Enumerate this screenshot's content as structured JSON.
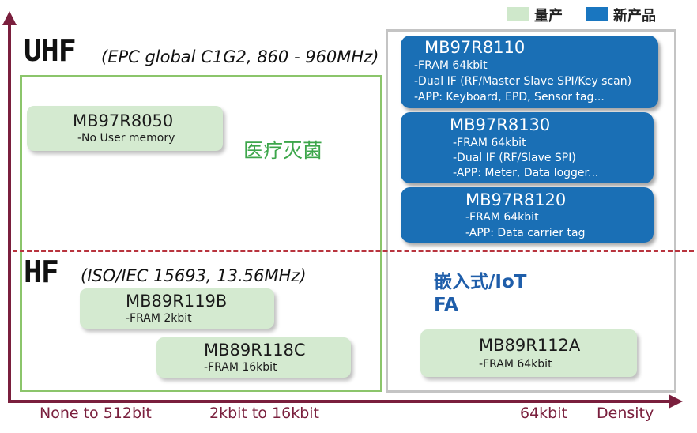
{
  "legend": {
    "mass": "量产",
    "new": "新产品"
  },
  "uhf": {
    "title": "UHF",
    "subtitle": "(EPC global C1G2, 860 - 960MHz)"
  },
  "hf": {
    "title": "HF",
    "subtitle": "(ISO/IEC 15693, 13.56MHz)"
  },
  "medical": "医疗灭菌",
  "embedded": "嵌入式/IoT",
  "fa": "FA",
  "cards": {
    "r8050": {
      "title": "MB97R8050",
      "lines": [
        "-No User memory"
      ]
    },
    "r8110": {
      "title": "MB97R8110",
      "lines": [
        "-FRAM 64kbit",
        "-Dual IF (RF/Master Slave SPI/Key scan)",
        "-APP: Keyboard, EPD, Sensor tag..."
      ]
    },
    "r8130": {
      "title": "MB97R8130",
      "lines": [
        "-FRAM 64kbit",
        "-Dual IF (RF/Slave SPI)",
        "-APP: Meter, Data logger..."
      ]
    },
    "r8120": {
      "title": "MB97R8120",
      "lines": [
        "-FRAM 64kbit",
        "-APP: Data carrier tag"
      ]
    },
    "r119b": {
      "title": "MB89R119B",
      "lines": [
        "-FRAM 2kbit"
      ]
    },
    "r118c": {
      "title": "MB89R118C",
      "lines": [
        "-FRAM 16kbit"
      ]
    },
    "r112a": {
      "title": "MB89R112A",
      "lines": [
        "-FRAM 64kbit"
      ]
    }
  },
  "xaxis": {
    "l1": "None to 512bit",
    "l2": "2kbit to 16kbit",
    "l3": "64kbit",
    "l4": "Density"
  }
}
